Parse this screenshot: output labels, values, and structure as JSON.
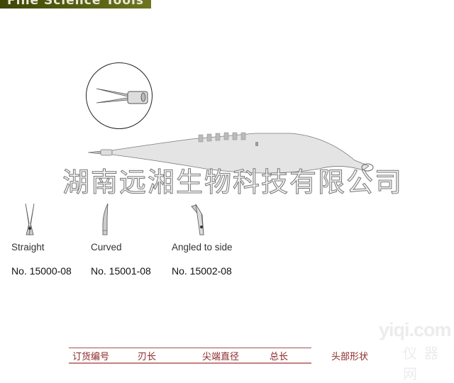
{
  "banner": {
    "title": "Fine Science Tools",
    "color": "#4a5210"
  },
  "watermark": {
    "company": "湖南远湘生物科技有限公司",
    "site": "yiqi.com",
    "site_cn": "仪器网"
  },
  "variants": [
    {
      "shape": "Straight",
      "number": "No. 15000-08"
    },
    {
      "shape": "Curved",
      "number": "No. 15001-08"
    },
    {
      "shape": "Angled to side",
      "number": "No. 15002-08"
    }
  ],
  "table": {
    "headers": [
      "订货编号",
      "刃长",
      "尖端直径",
      "总长",
      "头部形状"
    ],
    "accent": "#8a2828"
  }
}
